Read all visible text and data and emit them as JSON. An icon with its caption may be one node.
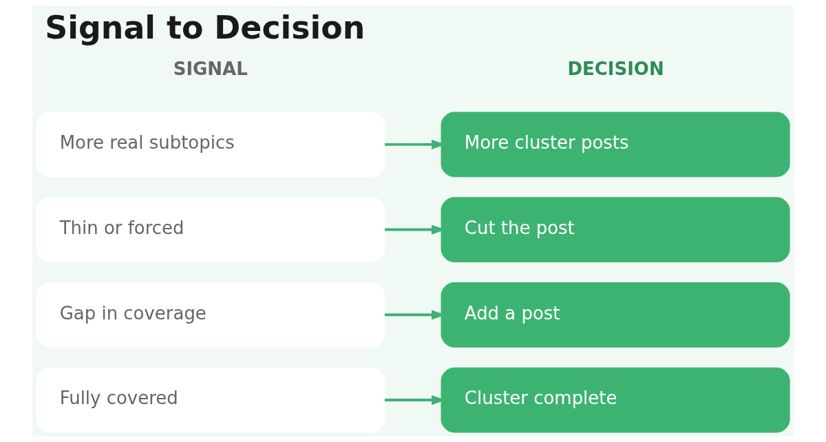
{
  "diagram": {
    "title": "Signal to Decision",
    "nodes": [
      {
        "text": [
          "More real subtopics"
        ]
      },
      {
        "text": [
          "More cluster posts"
        ]
      },
      {
        "text": [
          "Thin or forced"
        ]
      },
      {
        "text": [
          "Cut the post"
        ]
      },
      {
        "text": [
          "Gap in coverage"
        ]
      },
      {
        "text": [
          "Add a post"
        ]
      },
      {
        "text": [
          "Fully covered"
        ]
      },
      {
        "text": [
          "Cluster complete"
        ]
      }
    ],
    "edges": [
      {
        "from": 0,
        "to": 1,
        "arrow": "to"
      },
      {
        "from": 2,
        "to": 3,
        "arrow": "to"
      },
      {
        "from": 4,
        "to": 5,
        "arrow": "to"
      },
      {
        "from": 6,
        "to": 7,
        "arrow": "to"
      }
    ],
    "labels": [
      "SIGNAL",
      "DECISION"
    ]
  }
}
